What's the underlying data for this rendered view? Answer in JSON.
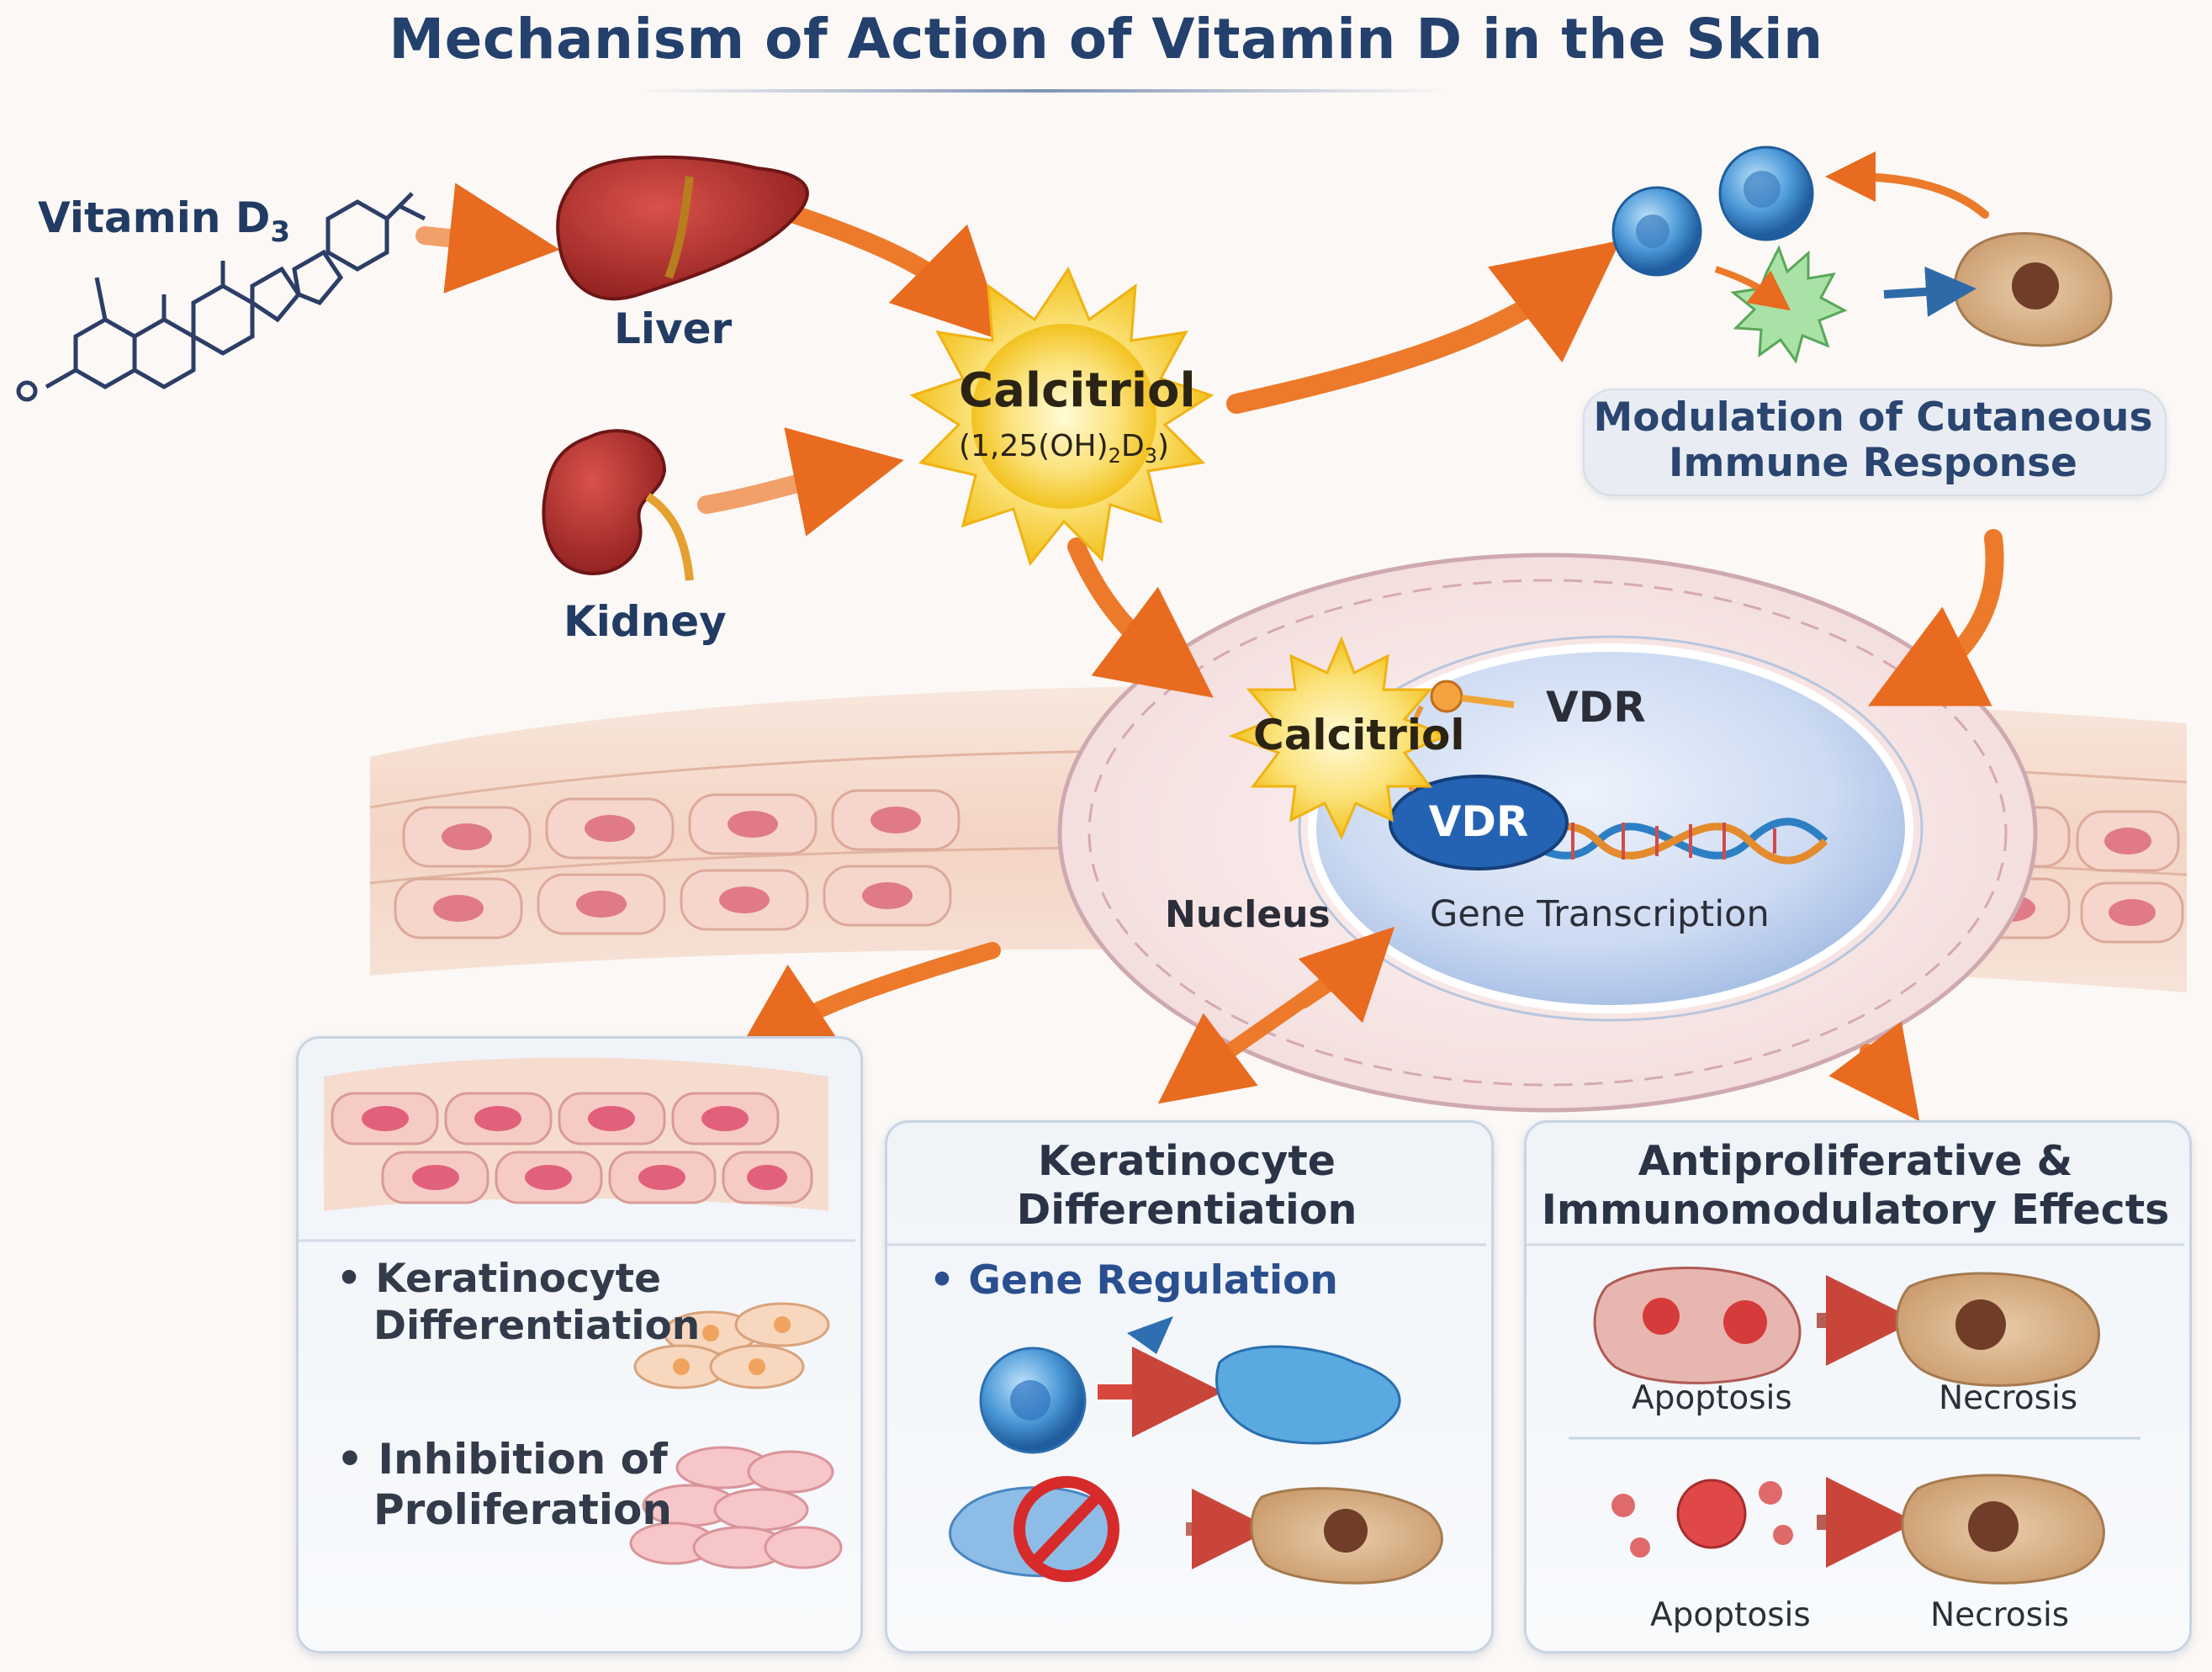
{
  "title": "Mechanism of Action of Vitamin D in the Skin",
  "source": {
    "vitamin_d3_label": "Vitamin D",
    "vitamin_d3_sub": "3"
  },
  "organs": {
    "liver_label": "Liver",
    "kidney_label": "Kidney"
  },
  "calcitriol": {
    "label": "Calcitriol",
    "formula": "(1,25(OH)",
    "formula_sub1": "2",
    "formula_mid": "D",
    "formula_sub2": "3",
    "formula_end": ")"
  },
  "immune": {
    "label_line1": "Modulation of Cutaneous",
    "label_line2": "Immune Response"
  },
  "nucleus": {
    "calcitriol_label": "Calcitriol",
    "vdr_label_top": "VDR",
    "vdr_label_oval": "VDR",
    "nucleus_label": "Nucleus",
    "gene_transcription_label": "Gene Transcription"
  },
  "panel_left": {
    "bullet1_line1": "Keratinocyte",
    "bullet1_line2": "Differentiation",
    "bullet2_line1": "Inhibition of",
    "bullet2_line2": "Proliferation"
  },
  "panel_middle": {
    "title_line1": "Keratinocyte",
    "title_line2": "Differentiation",
    "bullet": "Gene Regulation"
  },
  "panel_right": {
    "title_line1": "Antiproliferative &",
    "title_line2": "Immunomodulatory Effects",
    "row1_left": "Apoptosis",
    "row1_right": "Necrosis",
    "row2_left": "Apoptosis",
    "row2_right": "Necrosis"
  },
  "colors": {
    "title": "#24406d",
    "arrow_orange": "#ec7a2a",
    "arrow_red": "#d8473d",
    "sun_yellow": "#f7d33a",
    "nucleus_blue": "#c9d8f2",
    "vdr_blue": "#2463b4",
    "skin_pink": "#f1c8b8"
  },
  "icons": [
    "liver-icon",
    "kidney-icon",
    "sun-burst-icon",
    "immune-cell-icon",
    "dna-helix-icon",
    "prohibited-icon"
  ]
}
